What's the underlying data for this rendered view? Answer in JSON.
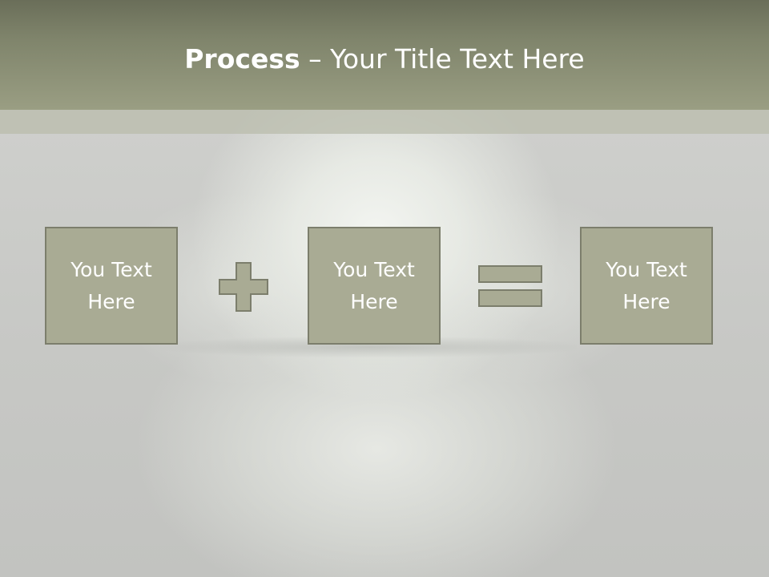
{
  "slide": {
    "title_bold": "Process",
    "title_rest": " – Your Title Text Here",
    "boxes": [
      {
        "line1": "You Text",
        "line2": "Here"
      },
      {
        "line1": "You Text",
        "line2": "Here"
      },
      {
        "line1": "You Text",
        "line2": "Here"
      }
    ],
    "operators": [
      "plus-icon",
      "equals-icon"
    ]
  },
  "colors": {
    "header": "#7f846b",
    "box_fill": "#a9ab94",
    "box_border": "#7c7e6c",
    "operator_fill": "#a9ab94",
    "text": "#ffffff"
  }
}
